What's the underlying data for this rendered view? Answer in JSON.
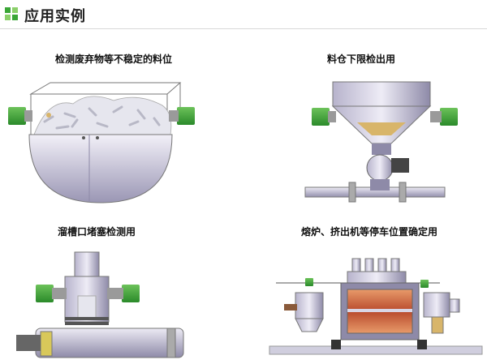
{
  "header": {
    "title": "应用实例",
    "icon": "green-squares-icon"
  },
  "panels": [
    {
      "caption": "检测废弃物等不稳定的料位"
    },
    {
      "caption": "料仓下限检出用"
    },
    {
      "caption": "溜槽口堵塞检测用"
    },
    {
      "caption": "熔炉、挤出机等停车位置确定用"
    }
  ],
  "colors": {
    "sensor_green": "#3aa636",
    "metal_light": "#d9d6e6",
    "metal_dark": "#8e8aa8",
    "hot_red": "#b84a2c",
    "material_tan": "#d8b56a"
  }
}
